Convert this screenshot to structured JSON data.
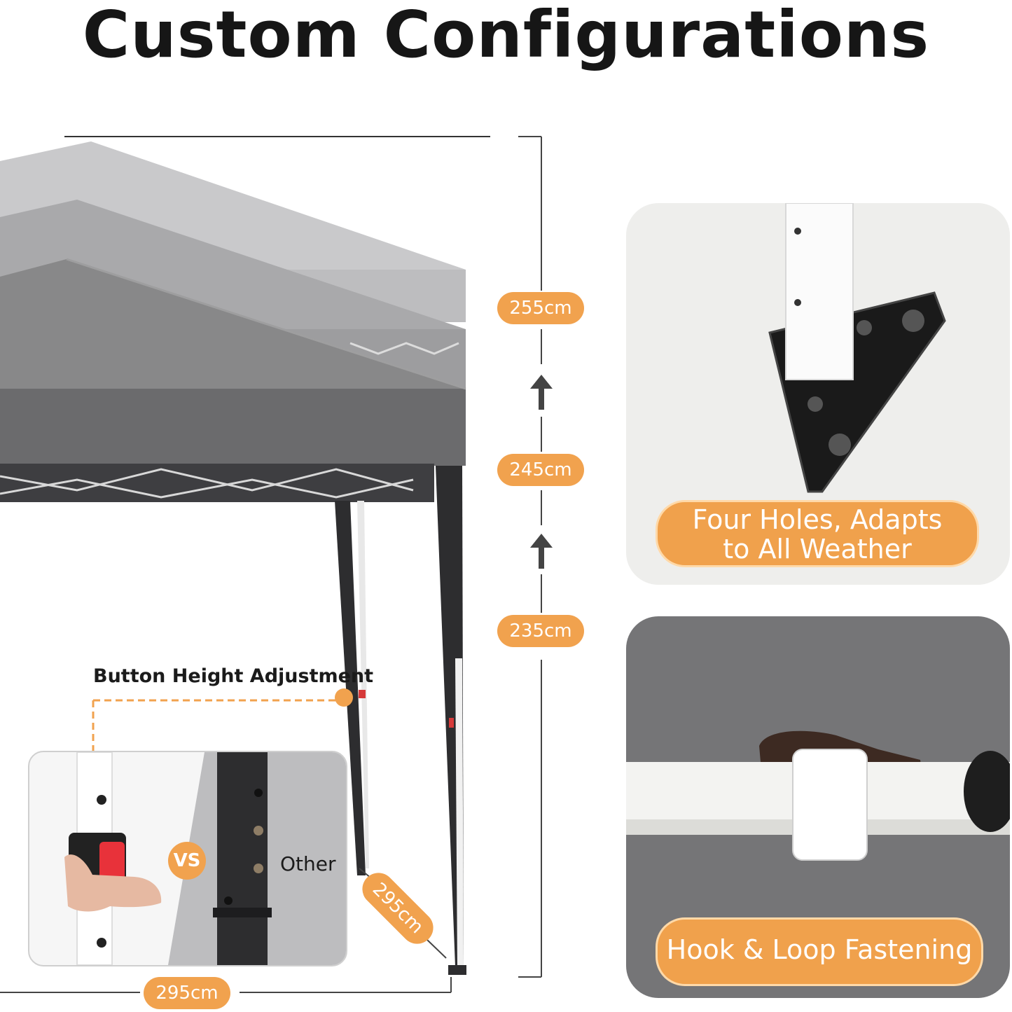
{
  "title": "Custom Configurations",
  "heights": [
    "255cm",
    "245cm",
    "235cm"
  ],
  "widths": {
    "bottom": "295cm",
    "diagonal": "295cm"
  },
  "inset": {
    "label": "Button Height Adjustment",
    "vs": "VS",
    "other": "Other"
  },
  "cards": {
    "top_label_line1": "Four Holes, Adapts",
    "top_label_line2": "to All Weather",
    "bottom_label": "Hook & Loop Fastening"
  },
  "colors": {
    "accent": "#f1a24e",
    "canopy": "#6b6b6d",
    "frame": "#2d2d2f"
  }
}
